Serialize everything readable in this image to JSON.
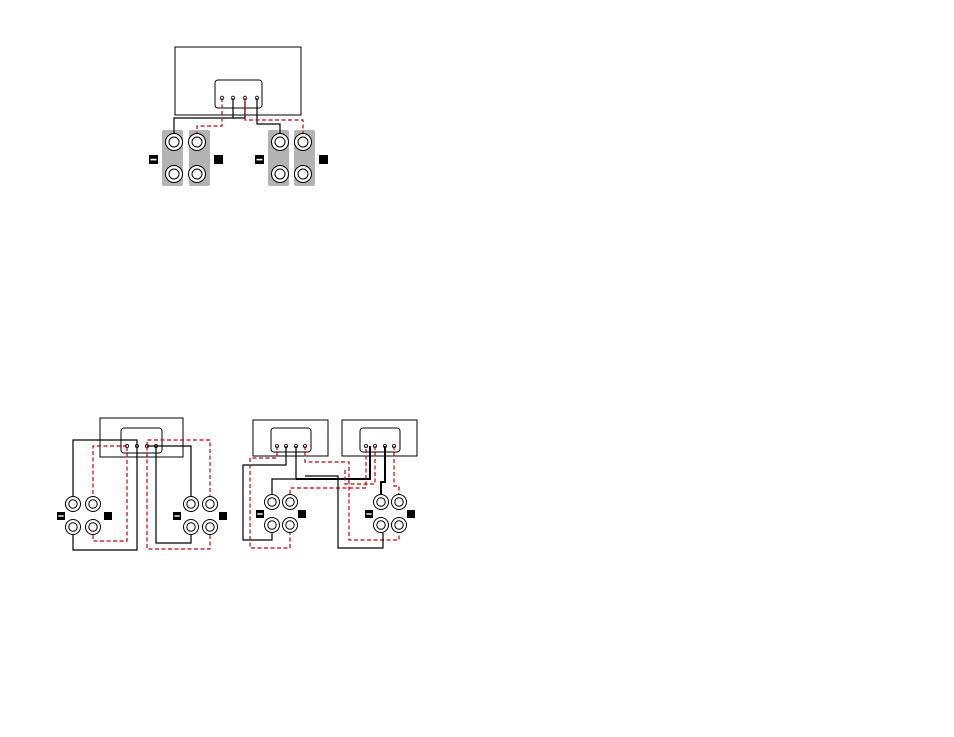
{
  "colors": {
    "wire_black": "#000000",
    "wire_red": "#cc0000",
    "terminal_plate": "#b3b3b3"
  },
  "diagrams": [
    {
      "id": "diagram-top",
      "description_labels": []
    },
    {
      "id": "diagram-bottom-left",
      "description_labels": []
    },
    {
      "id": "diagram-bottom-right",
      "description_labels": []
    }
  ],
  "icons": {
    "negative_marker": "minus-square-icon",
    "positive_marker": "filled-square-icon"
  }
}
